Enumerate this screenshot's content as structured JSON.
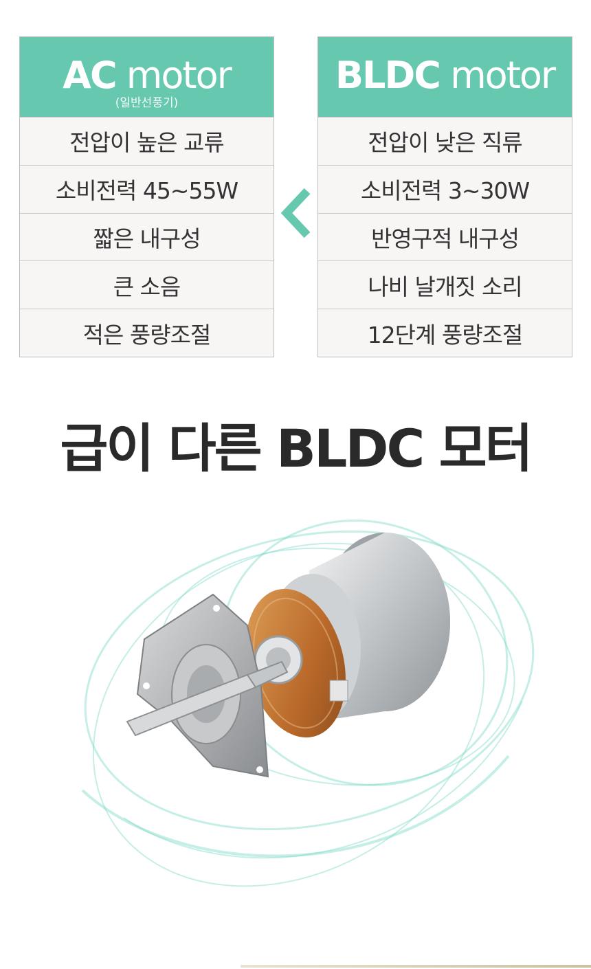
{
  "ac_table": {
    "title_bold": "AC",
    "title_rest": " motor",
    "subtitle": "(일반선풍기)",
    "rows": [
      "전압이 높은 교류",
      "소비전력 45~55W",
      "짧은 내구성",
      "큰 소음",
      "적은 풍량조절"
    ]
  },
  "bldc_table": {
    "title_bold": "BLDC",
    "title_rest": " motor",
    "rows": [
      "전압이 낮은 직류",
      "소비전력 3~30W",
      "반영구적 내구성",
      "나비 날개짓 소리",
      "12단계 풍량조절"
    ]
  },
  "compare_icon": "chevron-left-icon",
  "headline": "급이 다른 BLDC 모터",
  "colors": {
    "accent": "#66c8af",
    "swirl": "#7fd9c8",
    "copper": "#c87a2e"
  }
}
